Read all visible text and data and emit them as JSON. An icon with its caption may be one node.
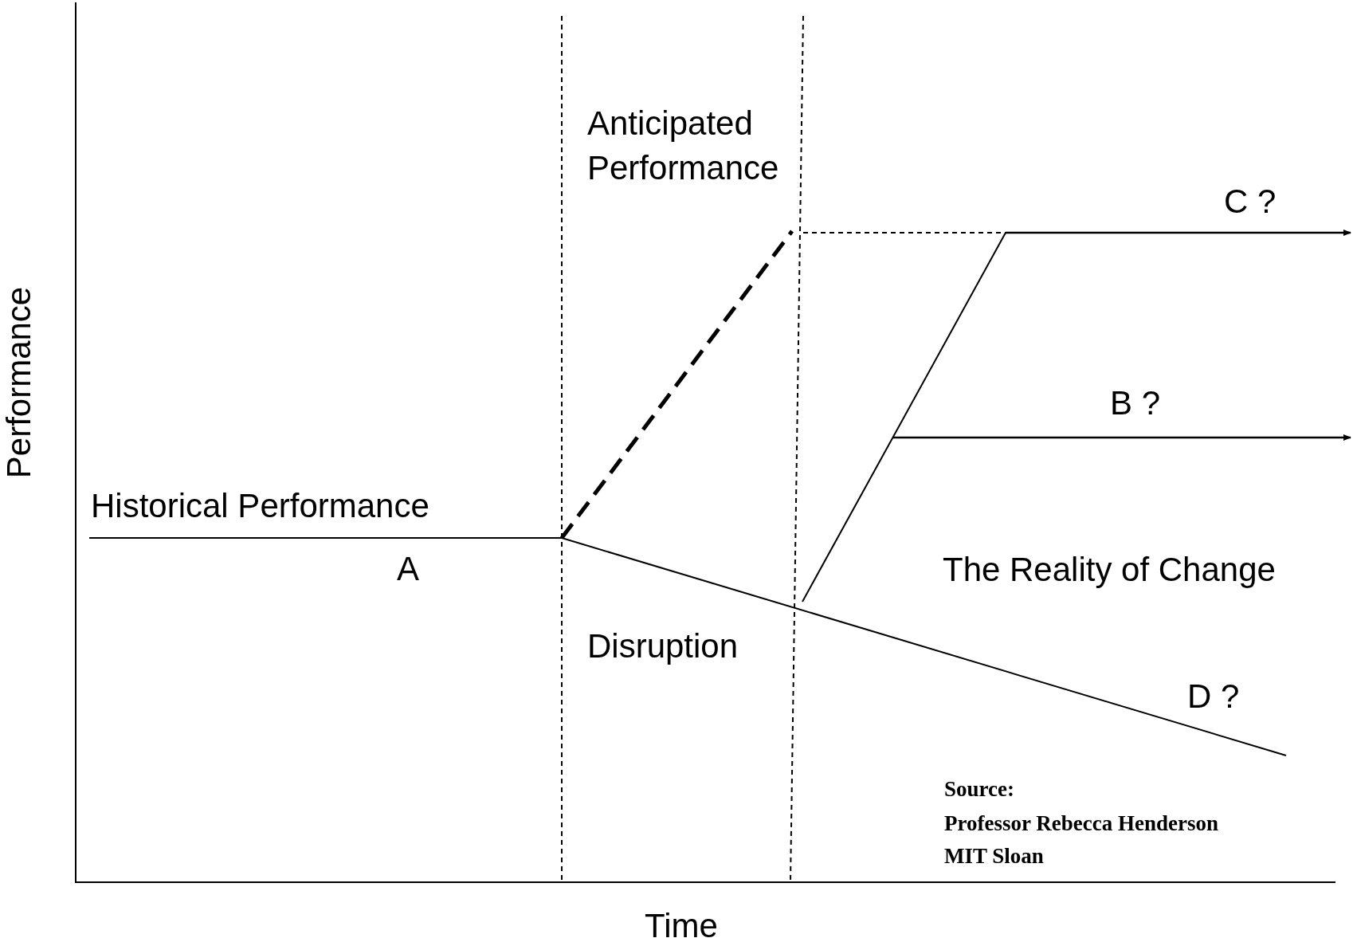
{
  "diagram": {
    "labels": [
      "Anticipated Performance",
      "C ?",
      "B ?",
      "Historical Performance",
      "A",
      "The Reality of Change",
      "Disruption",
      "D ?",
      "Source:",
      "Professor Rebecca Henderson",
      "MIT Sloan",
      "Performance",
      "Time"
    ]
  }
}
